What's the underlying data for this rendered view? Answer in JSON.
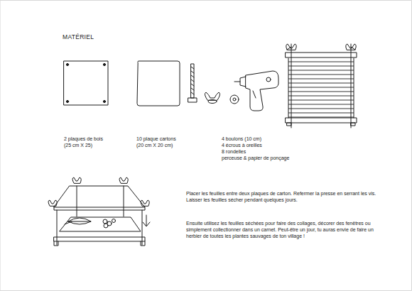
{
  "diagram": {
    "title": "MATÉRIEL",
    "labels": [
      "2 plaques de bois (25 cm X 25)",
      "10 plaque cartons (20 cm X 20 cm)",
      "4 boulons (10 cm)",
      "4 écrous à oreilles",
      "8 rondelles",
      "perceuse & papier de ponçage",
      "Placer les feuilles entre deux plaques de carton. Refermer la presse en serrant les vis. Laisser les feuilles sécher pendant quelques jours.",
      "Ensuite utilisez les feuilles séchées pour faire des collages, décorer des fenêtres ou simplement collectionner dans un carnet. Peut-être un jour, tu auras envie de faire un herbier de toutes les plantes sauvages de ton village !"
    ]
  }
}
